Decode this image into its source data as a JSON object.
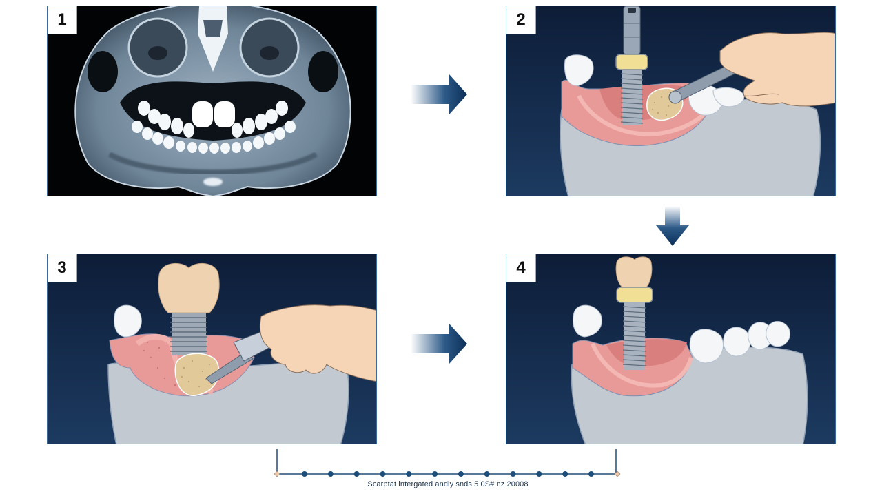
{
  "panels": [
    {
      "step": "1",
      "scene": "ct-scan"
    },
    {
      "step": "2",
      "scene": "implant-placement-bone-graft"
    },
    {
      "step": "3",
      "scene": "crown-bone-graft"
    },
    {
      "step": "4",
      "scene": "final-restoration"
    }
  ],
  "arrows": [
    "right",
    "down",
    "right"
  ],
  "timeline": {
    "markers": 12,
    "caption": "Scarptat intergated andiy snds 5 0S# nz 20008"
  },
  "colors": {
    "navy": "#0e2a4d",
    "arrow": "#0f3a66",
    "gum": "#e89a98",
    "bone": "#c3c9d1",
    "crown": "#efd2b0",
    "collar": "#f0df95",
    "timeline": "#1d4e7a"
  }
}
